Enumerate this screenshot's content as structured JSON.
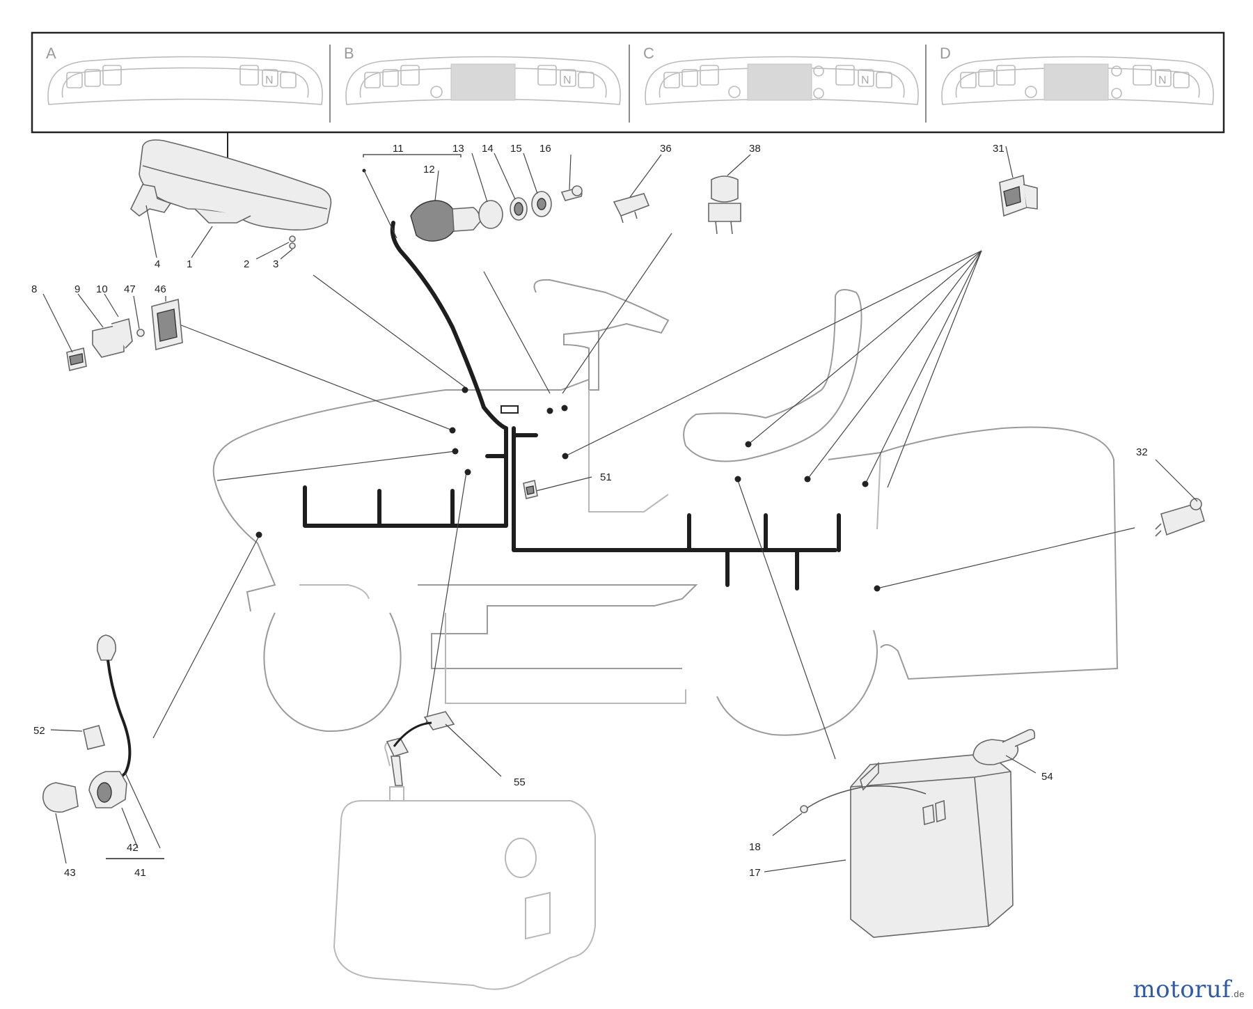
{
  "panels": [
    {
      "letter": "A",
      "display": false
    },
    {
      "letter": "B",
      "display": true
    },
    {
      "letter": "C",
      "display": true
    },
    {
      "letter": "D",
      "display": true
    }
  ],
  "panel_neutral_glyph": "N",
  "callouts": {
    "p1": "1",
    "p2": "2",
    "p3": "3",
    "p4": "4",
    "p8": "8",
    "p9": "9",
    "p10": "10",
    "p11": "11",
    "p12": "12",
    "p13": "13",
    "p14": "14",
    "p15": "15",
    "p16": "16",
    "p17": "17",
    "p18": "18",
    "p31": "31",
    "p32": "32",
    "p36": "36",
    "p38": "38",
    "p41": "41",
    "p42": "42",
    "p43": "43",
    "p46": "46",
    "p47": "47",
    "p51": "51",
    "p52": "52",
    "p54": "54",
    "p55": "55"
  },
  "watermark": {
    "main": "motoruf",
    "suffix": ".de"
  },
  "colors": {
    "harness": "#1e1e1e",
    "outline": "#9a9a9a",
    "brand": "#2f5aa8"
  }
}
